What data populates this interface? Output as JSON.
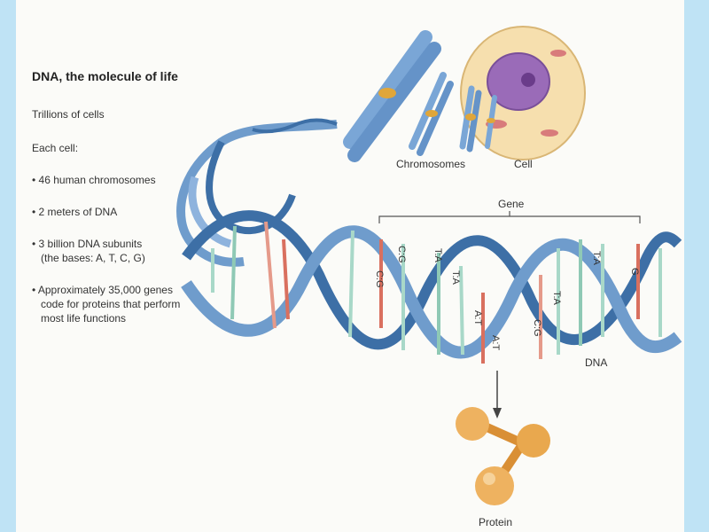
{
  "title": "DNA, the molecule of life",
  "intro": [
    "Trillions of cells",
    "Each cell:"
  ],
  "bullets": [
    "• 46 human chromosomes",
    "• 2 meters of DNA",
    "• 3 billion DNA subunits",
    "(the bases: A, T, C, G)",
    "• Approximately 35,000 genes",
    "code for proteins that perform",
    "most life functions"
  ],
  "labels": {
    "chromosomes": "Chromosomes",
    "cell": "Cell",
    "gene": "Gene",
    "dna": "DNA",
    "protein": "Protein"
  },
  "base_pairs": [
    "C:G",
    "C:G",
    "T:A",
    "T:A",
    "A:T",
    "A:T",
    "C:G",
    "T:A",
    "T:A",
    "G"
  ],
  "colors": {
    "backbone": "#6f9ccc",
    "backbone_dark": "#3d6fa6",
    "chromosome": "#7aa6d6",
    "centromere": "#e0a63a",
    "cell": "#f3d8a2",
    "nucleus": "#9a6bb8",
    "protein": "#e9a84e"
  }
}
